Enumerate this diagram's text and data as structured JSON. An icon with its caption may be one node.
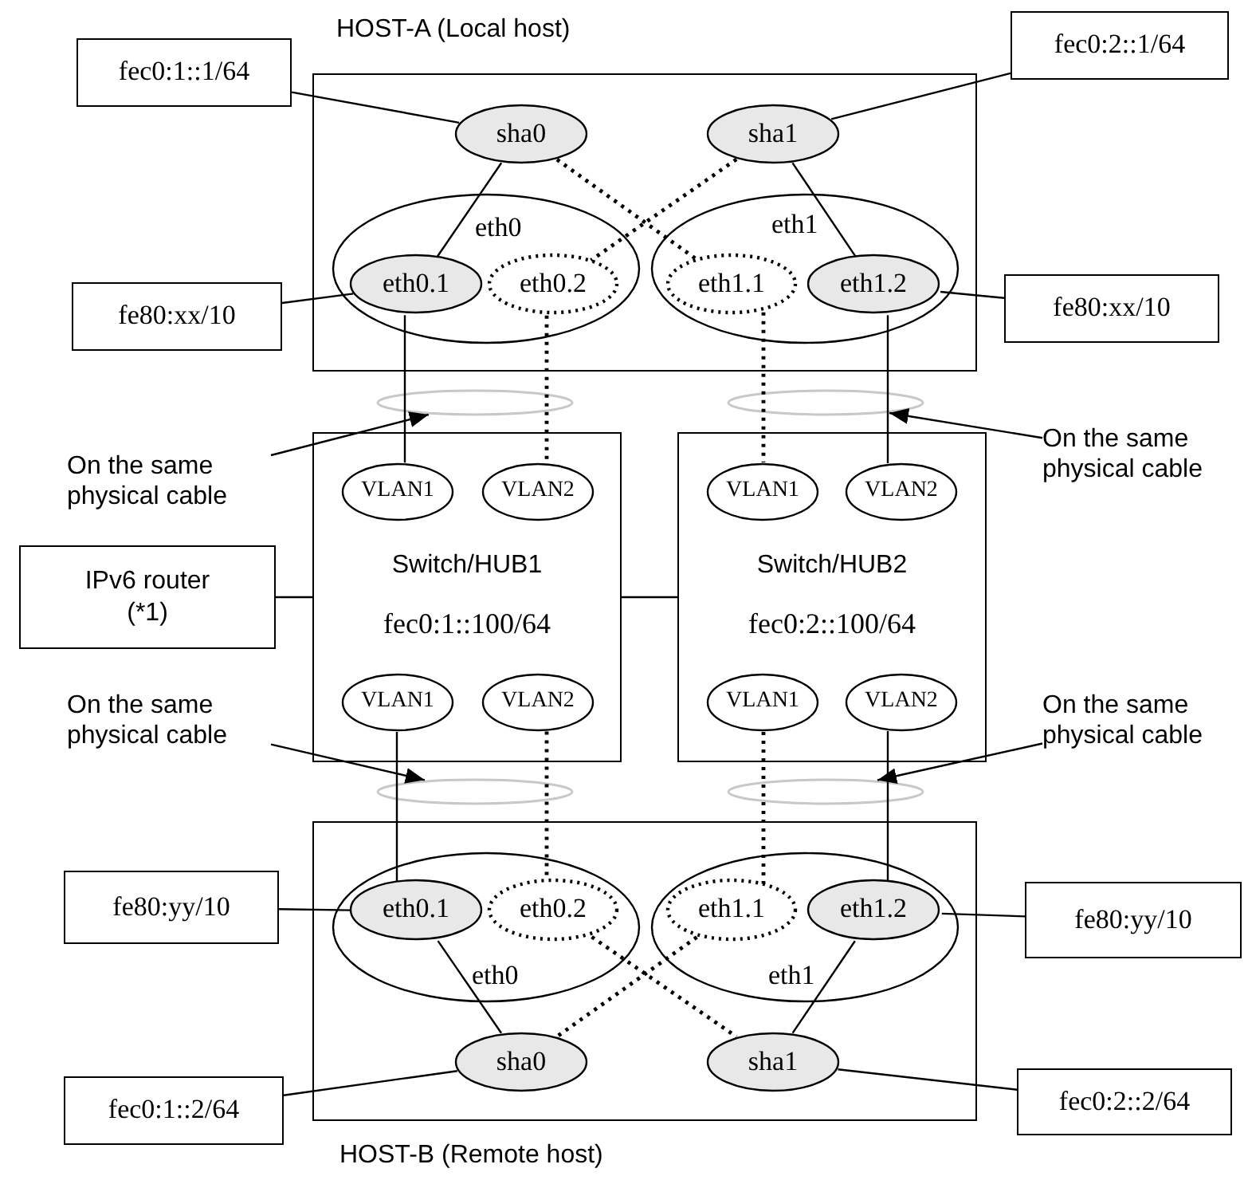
{
  "diagram": {
    "nodes": [
      {
        "text": [
          "HOST-A (Local host)"
        ]
      },
      {
        "text": [
          "sha0"
        ],
        "in": 0
      },
      {
        "text": [
          "sha1"
        ],
        "in": 0
      },
      {
        "text": [
          "eth0"
        ],
        "in": 0
      },
      {
        "text": [
          "eth0.1"
        ],
        "in": 3
      },
      {
        "text": [
          "eth0.2"
        ],
        "in": 3
      },
      {
        "text": [
          "eth1"
        ],
        "in": 0
      },
      {
        "text": [
          "eth1.1"
        ],
        "in": 6
      },
      {
        "text": [
          "eth1.2"
        ],
        "in": 6
      },
      {
        "text": [
          "fec0:1::1/64"
        ]
      },
      {
        "text": [
          "fec0:2::1/64"
        ]
      },
      {
        "text": [
          "fe80:xx/10"
        ]
      },
      {
        "text": [
          "fe80:xx/10"
        ]
      },
      {
        "text": [],
        "shape": "ellipse"
      },
      {
        "text": [],
        "shape": "ellipse"
      },
      {
        "text": [
          "On the same physical cable"
        ]
      },
      {
        "text": [
          "On the same physical cable"
        ]
      },
      {
        "text": [
          "Switch/HUB1",
          "fec0:1::100/64"
        ]
      },
      {
        "text": [
          "VLAN1"
        ],
        "in": 17
      },
      {
        "text": [
          "VLAN2"
        ],
        "in": 17
      },
      {
        "text": [
          "VLAN1"
        ],
        "in": 17
      },
      {
        "text": [
          "VLAN2"
        ],
        "in": 17
      },
      {
        "text": [
          "Switch/HUB2",
          "fec0:2::100/64"
        ]
      },
      {
        "text": [
          "VLAN1"
        ],
        "in": 22
      },
      {
        "text": [
          "VLAN2"
        ],
        "in": 22
      },
      {
        "text": [
          "VLAN1"
        ],
        "in": 22
      },
      {
        "text": [
          "VLAN2"
        ],
        "in": 22
      },
      {
        "text": [
          "IPv6 router (*1)"
        ]
      },
      {
        "text": [
          "On the same physical cable"
        ]
      },
      {
        "text": [
          "On the same physical cable"
        ]
      },
      {
        "text": [],
        "shape": "ellipse"
      },
      {
        "text": [],
        "shape": "ellipse"
      },
      {
        "text": [
          "HOST-B (Remote host)"
        ]
      },
      {
        "text": [
          "eth0"
        ],
        "in": 32
      },
      {
        "text": [
          "eth0.1"
        ],
        "in": 33
      },
      {
        "text": [
          "eth0.2"
        ],
        "in": 33
      },
      {
        "text": [
          "eth1"
        ],
        "in": 32
      },
      {
        "text": [
          "eth1.1"
        ],
        "in": 36
      },
      {
        "text": [
          "eth1.2"
        ],
        "in": 36
      },
      {
        "text": [
          "sha0"
        ],
        "in": 32
      },
      {
        "text": [
          "sha1"
        ],
        "in": 32
      },
      {
        "text": [
          "fe80:yy/10"
        ]
      },
      {
        "text": [
          "fe80:yy/10"
        ]
      },
      {
        "text": [
          "fec0:1::2/64"
        ]
      },
      {
        "text": [
          "fec0:2::2/64"
        ]
      }
    ],
    "edges": [
      {
        "from": 1,
        "to": 4,
        "arrow": "none"
      },
      {
        "from": 1,
        "to": 7,
        "arrow": "none",
        "style": "dashed"
      },
      {
        "from": 2,
        "to": 5,
        "arrow": "none",
        "style": "dashed"
      },
      {
        "from": 2,
        "to": 8,
        "arrow": "none"
      },
      {
        "from": 9,
        "to": 1,
        "arrow": "none"
      },
      {
        "from": 10,
        "to": 2,
        "arrow": "none"
      },
      {
        "from": 11,
        "to": 4,
        "arrow": "none"
      },
      {
        "from": 12,
        "to": 8,
        "arrow": "none"
      },
      {
        "from": 4,
        "to": 18,
        "arrow": "none"
      },
      {
        "from": 5,
        "to": 19,
        "arrow": "none",
        "style": "dashed"
      },
      {
        "from": 7,
        "to": 23,
        "arrow": "none",
        "style": "dashed"
      },
      {
        "from": 8,
        "to": 24,
        "arrow": "none"
      },
      {
        "from": 15,
        "to": 13,
        "arrow": "to"
      },
      {
        "from": 16,
        "to": 14,
        "arrow": "to"
      },
      {
        "from": 27,
        "to": 17,
        "arrow": "none"
      },
      {
        "from": 17,
        "to": 22,
        "arrow": "none"
      },
      {
        "from": 20,
        "to": 34,
        "arrow": "none"
      },
      {
        "from": 21,
        "to": 35,
        "arrow": "none",
        "style": "dashed"
      },
      {
        "from": 25,
        "to": 37,
        "arrow": "none",
        "style": "dashed"
      },
      {
        "from": 26,
        "to": 38,
        "arrow": "none"
      },
      {
        "from": 28,
        "to": 30,
        "arrow": "to"
      },
      {
        "from": 29,
        "to": 31,
        "arrow": "to"
      },
      {
        "from": 34,
        "to": 39,
        "arrow": "none"
      },
      {
        "from": 35,
        "to": 40,
        "arrow": "none",
        "style": "dashed"
      },
      {
        "from": 37,
        "to": 39,
        "arrow": "none",
        "style": "dashed"
      },
      {
        "from": 38,
        "to": 40,
        "arrow": "none"
      },
      {
        "from": 41,
        "to": 34,
        "arrow": "none"
      },
      {
        "from": 42,
        "to": 38,
        "arrow": "none"
      },
      {
        "from": 43,
        "to": 39,
        "arrow": "none"
      },
      {
        "from": 44,
        "to": 40,
        "arrow": "none"
      }
    ]
  }
}
